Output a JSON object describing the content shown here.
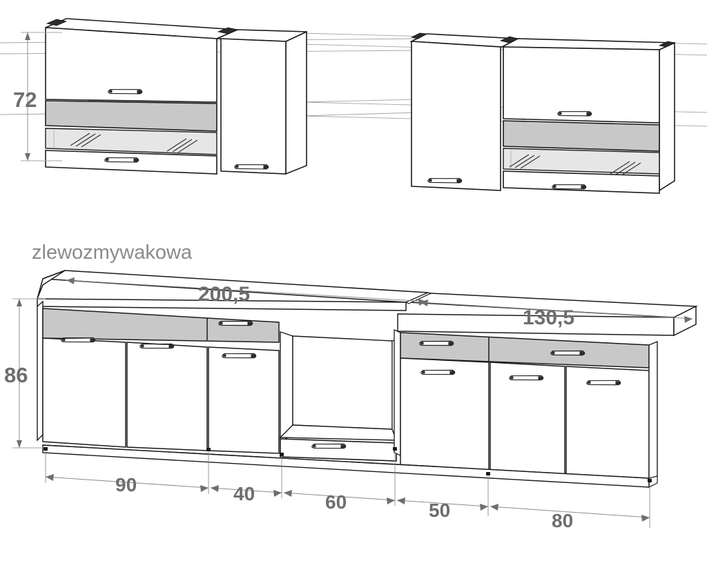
{
  "drawing": {
    "type": "kitchen-cabinet-elevation-drawing",
    "title_label": "zlewozmywakowa",
    "colors": {
      "outline": "#1a1a1a",
      "thin_line": "#9a9a9a",
      "dimension_line": "#8c8c8c",
      "dimension_text": "#6e6e6e",
      "label_text": "#8a8a8a",
      "panel_fill": "#ffffff",
      "gray_band": "#c8c8c8",
      "glass_panel": "#e6e6e6",
      "handle": "#2b2b2b",
      "background": "#ffffff"
    }
  },
  "dimensions": {
    "upper_height": {
      "value": "72",
      "unit": "cm",
      "position": "left-vertical"
    },
    "lower_height": {
      "value": "86",
      "unit": "cm",
      "position": "left-vertical"
    },
    "left_run_width": {
      "value": "200,5",
      "unit": "cm",
      "position": "top-horizontal"
    },
    "right_run_width": {
      "value": "130,5",
      "unit": "cm",
      "position": "top-horizontal"
    },
    "chain": [
      {
        "value": "90",
        "unit": "cm",
        "module": "sink-base-double-door"
      },
      {
        "value": "40",
        "unit": "cm",
        "module": "drawer-base"
      },
      {
        "value": "60",
        "unit": "cm",
        "module": "appliance-niche"
      },
      {
        "value": "50",
        "unit": "cm",
        "module": "base-cabinet"
      },
      {
        "value": "80",
        "unit": "cm",
        "module": "base-cabinet-double-door"
      }
    ]
  },
  "upper_units": {
    "left_group": {
      "name": "upper-left-group",
      "modules": [
        {
          "name": "glass-front-wall-unit",
          "handles": 2,
          "has_glass": true,
          "has_gray_band": true
        },
        {
          "name": "wall-unit-tall-door",
          "handles": 1,
          "has_glass": false,
          "has_gray_band": false
        }
      ]
    },
    "right_group": {
      "name": "upper-right-group",
      "modules": [
        {
          "name": "wall-unit-tall-door",
          "handles": 1,
          "has_glass": false,
          "has_gray_band": false
        },
        {
          "name": "glass-front-wall-unit",
          "handles": 2,
          "has_glass": true,
          "has_gray_band": true
        }
      ]
    }
  },
  "lower_units": {
    "left_run": {
      "name": "lower-left-run",
      "modules": [
        {
          "name": "base-door-left",
          "width_label": "90",
          "handles": 2,
          "drawer_band": true
        },
        {
          "name": "base-drawer-unit",
          "width_label": "40",
          "handles": 2,
          "drawer_band": true
        },
        {
          "name": "appliance-niche",
          "width_label": "60",
          "handles": 1,
          "drawer_band": false
        }
      ]
    },
    "right_run": {
      "name": "lower-right-run",
      "modules": [
        {
          "name": "base-cabinet-50",
          "width_label": "50",
          "handles": 2,
          "drawer_band": true
        },
        {
          "name": "base-cabinet-80",
          "width_label": "80",
          "handles": 2,
          "drawer_band": true
        }
      ]
    },
    "countertop": {
      "name": "countertop",
      "visible": true
    }
  },
  "annotations": {
    "projection_lines": {
      "name": "projection-guide-lines",
      "count": 6,
      "visible": true
    }
  }
}
